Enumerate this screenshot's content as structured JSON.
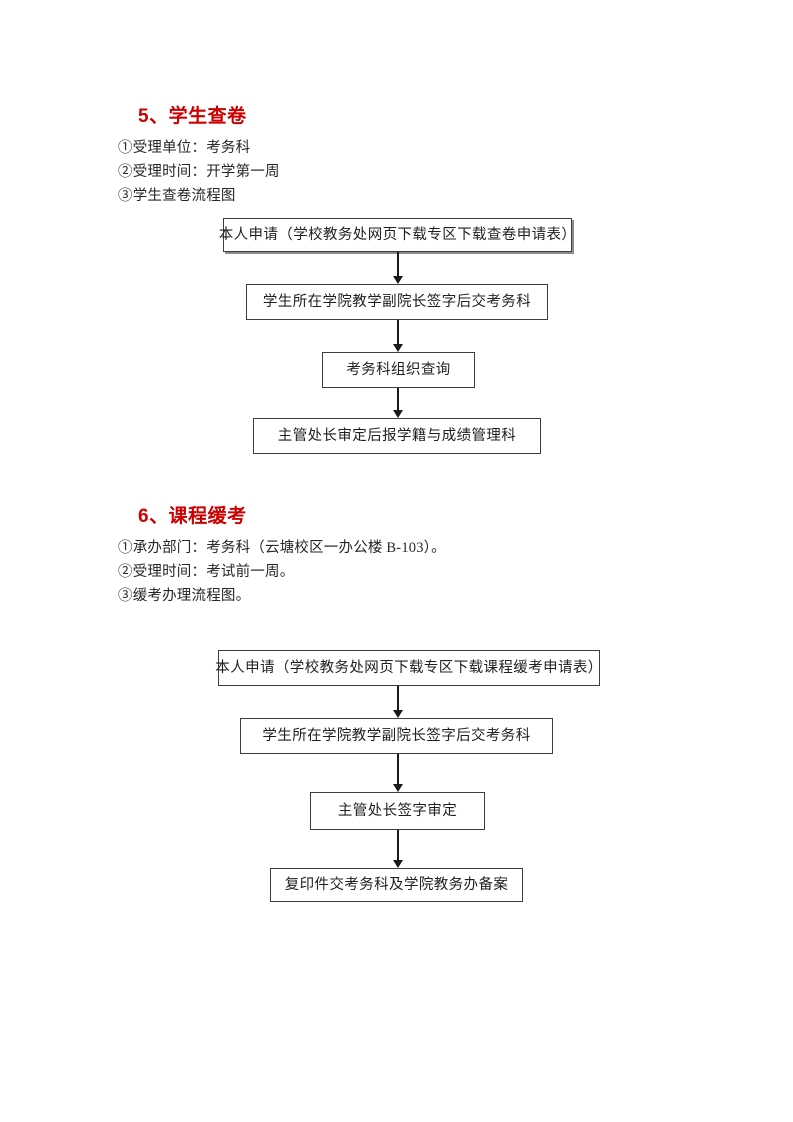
{
  "document": {
    "page_background": "#ffffff",
    "heading_color": "#cc0000",
    "text_color": "#262626",
    "box_border_color": "#3d3d3d"
  },
  "sections": [
    {
      "id": "section-1",
      "heading": "5、学生查卷",
      "lines": [
        "①受理单位：考务科",
        "②受理时间：开学第一周",
        "③学生查卷流程图"
      ],
      "flowchart": {
        "type": "flowchart",
        "orientation": "vertical",
        "nodes": [
          "本人申请（学校教务处网页下载专区下载查卷申请表）",
          "学生所在学院教学副院长签字后交考务科",
          "考务科组织查询",
          "主管处长审定后报学籍与成绩管理科"
        ],
        "edges": [
          "本人申请（学校教务处网页下载专区下载查卷申请表） → 学生所在学院教学副院长签字后交考务科",
          "学生所在学院教学副院长签字后交考务科 → 考务科组织查询",
          "考务科组织查询 → 主管处长审定后报学籍与成绩管理科"
        ]
      }
    },
    {
      "id": "section-2",
      "heading": "6、课程缓考",
      "lines": [
        "①承办部门：考务科（云塘校区一办公楼 B-103）。",
        "②受理时间：考试前一周。",
        "③缓考办理流程图。"
      ],
      "flowchart": {
        "type": "flowchart",
        "orientation": "vertical",
        "nodes": [
          "本人申请（学校教务处网页下载专区下载课程缓考申请表）",
          "学生所在学院教学副院长签字后交考务科",
          "主管处长签字审定",
          "复印件交考务科及学院教务办备案"
        ],
        "edges": [
          "本人申请（学校教务处网页下载专区下载课程缓考申请表） → 学生所在学院教学副院长签字后交考务科",
          "学生所在学院教学副院长签字后交考务科 → 主管处长签字审定",
          "主管处长签字审定 → 复印件交考务科及学院教务办备案"
        ]
      }
    }
  ]
}
